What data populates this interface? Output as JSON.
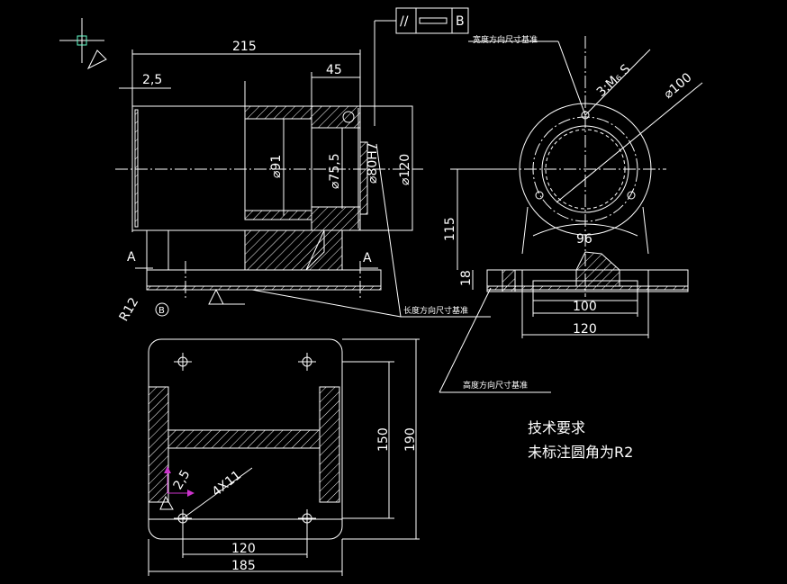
{
  "datum_labels": {
    "width": "宽度方向尺寸基准",
    "length": "长度方向尺寸基准",
    "height": "高度方向尺寸基准"
  },
  "tolerance_frame": {
    "symbol": "//",
    "datum": "B"
  },
  "section_label": "A",
  "datum_b": "B",
  "radius_label": "R12",
  "dimensions": {
    "len_215": "215",
    "len_2_5": "2,5",
    "len_45": "45",
    "dia_91": "⌀91",
    "dia_75_5": "⌀75,5",
    "dia_80H7": "⌀80H7",
    "dia_120": "⌀120",
    "height_115": "115",
    "height_18": "18",
    "thread_3M": "3:M₆ S",
    "dia_100": "⌀100",
    "width_96": "96",
    "width_100": "100",
    "width_120": "120",
    "plan_150": "150",
    "plan_190": "190",
    "plan_120": "120",
    "plan_185": "185",
    "holes_4x11": "4X11",
    "chamfer_2_5": "2,5"
  },
  "tech_req": {
    "title": "技术要求",
    "line1": "未标注圆角为R2"
  },
  "colors": {
    "background": "#000000",
    "line": "#ffffff",
    "accent": "#cc33cc",
    "marker": "#66ffcc"
  }
}
